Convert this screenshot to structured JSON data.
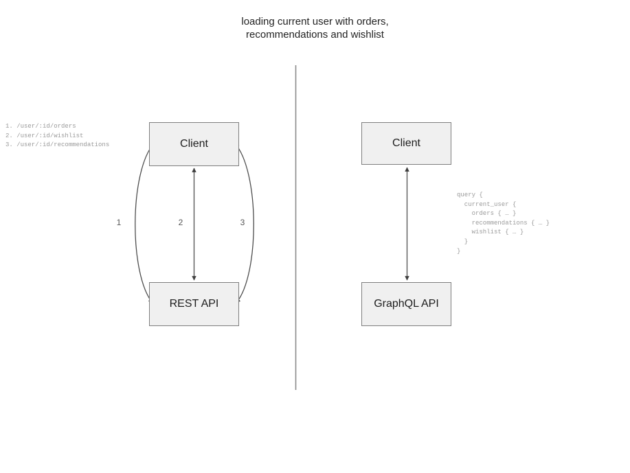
{
  "diagram": {
    "title": "loading current user with orders,\nrecommendations and wishlist",
    "divider": {
      "name": "vertical-divider",
      "color": "#808080"
    },
    "rest_side": {
      "client_box": "Client",
      "api_box": "REST API",
      "edge_labels": [
        "1",
        "2",
        "3"
      ],
      "endpoints": "1. /user/:id/orders\n2. /user/:id/wishlist\n3. /user/:id/recommendations"
    },
    "graphql_side": {
      "client_box": "Client",
      "api_box": "GraphQL API",
      "query": "query {\n  current_user {\n    orders { … }\n    recommendations { … }\n    wishlist { … }\n  }\n}"
    }
  },
  "colors": {
    "box_fill": "#f0f0f0",
    "box_border": "#7d7d7d",
    "edge_stroke": "#4d4d4d",
    "code_text": "#9a9a9a",
    "title_text": "#222222"
  }
}
